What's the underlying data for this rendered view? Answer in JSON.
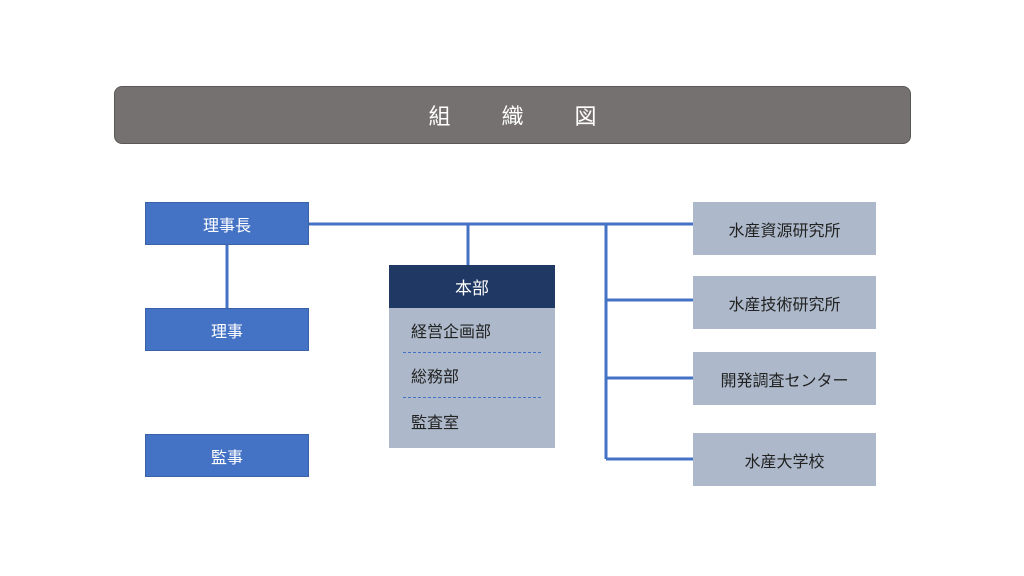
{
  "title": "組 織 図",
  "executives": {
    "chairman": "理事長",
    "director": "理事",
    "auditor": "監事"
  },
  "headquarters": {
    "label": "本部",
    "departments": [
      "経営企画部",
      "総務部",
      "監査室"
    ]
  },
  "institutions": [
    "水産資源研究所",
    "水産技術研究所",
    "開発調査センター",
    "水産大学校"
  ],
  "colors": {
    "title_bg": "#767171",
    "executive_bg": "#4472c4",
    "hq_header_bg": "#203864",
    "box_bg": "#adb9ca",
    "connector": "#4472c4"
  }
}
